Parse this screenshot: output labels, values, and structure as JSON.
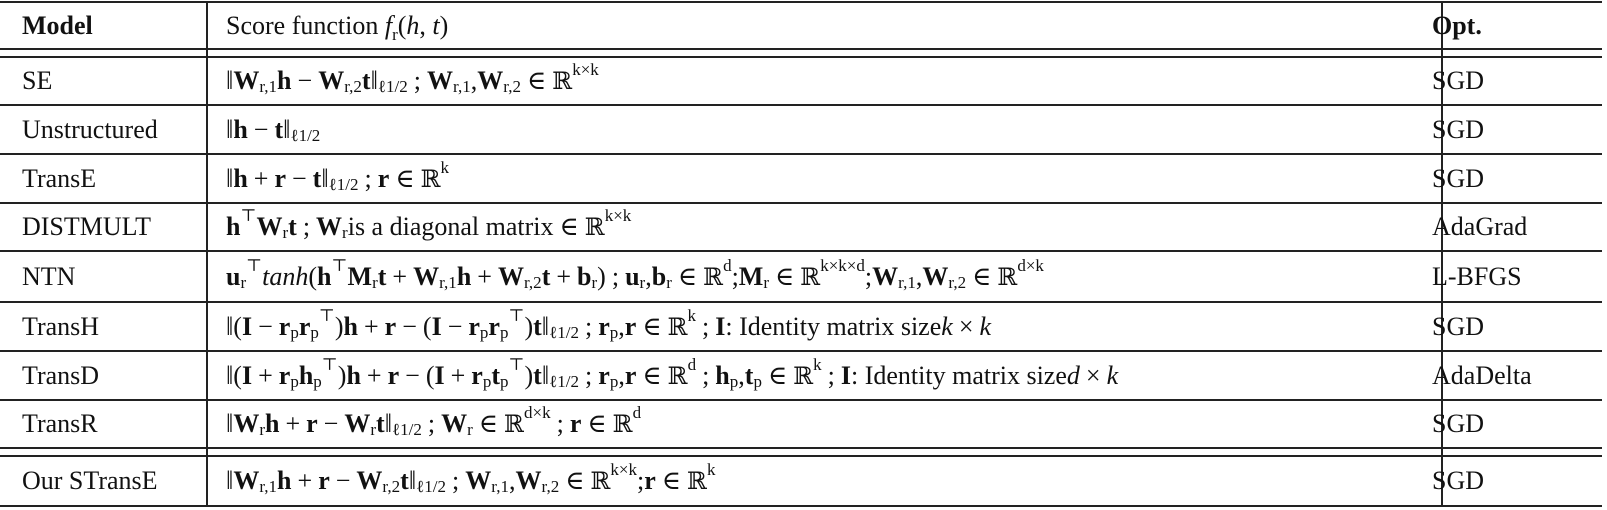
{
  "table": {
    "headers": {
      "model": "Model",
      "score": "Score function",
      "score_math": [
        {
          "i": "f"
        },
        {
          "sub": "r"
        },
        {
          "t": "("
        },
        {
          "i": "h"
        },
        {
          "t": ", "
        },
        {
          "i": "t"
        },
        {
          "t": ")"
        }
      ],
      "opt": "Opt."
    },
    "rows": [
      {
        "model": "SE",
        "opt": "SGD",
        "score_text": "‖W_{r,1}h − W_{r,2}t‖_{ℓ1/2} ; W_{r,1}, W_{r,2} ∈ ℝ^{k×k}",
        "score": [
          {
            "t": "‖"
          },
          {
            "b": "W"
          },
          {
            "sub": "r,1"
          },
          {
            "b": "h"
          },
          {
            "op": "−"
          },
          {
            "b": "W"
          },
          {
            "sub": "r,2"
          },
          {
            "b": "t"
          },
          {
            "t": "‖"
          },
          {
            "sub": "ℓ1/2"
          },
          {
            "sep": ";"
          },
          {
            "b": "W"
          },
          {
            "sub": "r,1"
          },
          {
            "t": ", "
          },
          {
            "b": "W"
          },
          {
            "sub": "r,2"
          },
          {
            "op": "∈"
          },
          {
            "bb": "ℝ"
          },
          {
            "sup": "k×k"
          }
        ]
      },
      {
        "model": "Unstructured",
        "opt": "SGD",
        "score_text": "‖h − t‖_{ℓ1/2}",
        "score": [
          {
            "t": "‖"
          },
          {
            "b": "h"
          },
          {
            "op": "−"
          },
          {
            "b": "t"
          },
          {
            "t": "‖"
          },
          {
            "sub": "ℓ1/2"
          }
        ]
      },
      {
        "model": "TransE",
        "opt": "SGD",
        "score_text": "‖h + r − t‖_{ℓ1/2} ; r ∈ ℝ^k",
        "score": [
          {
            "t": "‖"
          },
          {
            "b": "h"
          },
          {
            "op": "+"
          },
          {
            "b": "r"
          },
          {
            "op": "−"
          },
          {
            "b": "t"
          },
          {
            "t": "‖"
          },
          {
            "sub": "ℓ1/2"
          },
          {
            "sep": ";"
          },
          {
            "b": "r"
          },
          {
            "op": "∈"
          },
          {
            "bb": "ℝ"
          },
          {
            "sup": "k"
          }
        ]
      },
      {
        "model": "DISTMULT",
        "opt": "AdaGrad",
        "score_text": "h^⊤ W_r t ; W_r is a diagonal matrix ∈ ℝ^{k×k}",
        "score": [
          {
            "b": "h"
          },
          {
            "sup": "⊤"
          },
          {
            "b": "W"
          },
          {
            "sub": "r"
          },
          {
            "b": "t"
          },
          {
            "sep": ";"
          },
          {
            "b": "W"
          },
          {
            "sub": "r"
          },
          {
            "t": " is a diagonal matrix "
          },
          {
            "op": "∈"
          },
          {
            "bb": "ℝ"
          },
          {
            "sup": "k×k"
          }
        ]
      },
      {
        "model": "NTN",
        "opt": "L-BFGS",
        "score_text": "u_r^⊤ tanh(h^⊤ M_r t + W_{r,1}h + W_{r,2}t + b_r) ; u_r, b_r ∈ ℝ^d; M_r ∈ ℝ^{k×k×d}; W_{r,1}, W_{r,2} ∈ ℝ^{d×k}",
        "score": [
          {
            "b": "u"
          },
          {
            "sub": "r"
          },
          {
            "sup": "⊤"
          },
          {
            "t": " "
          },
          {
            "i": "tanh"
          },
          {
            "t": "("
          },
          {
            "b": "h"
          },
          {
            "sup": "⊤"
          },
          {
            "b": "M"
          },
          {
            "sub": "r"
          },
          {
            "b": "t"
          },
          {
            "op": "+"
          },
          {
            "b": "W"
          },
          {
            "sub": "r,1"
          },
          {
            "b": "h"
          },
          {
            "op": "+"
          },
          {
            "b": "W"
          },
          {
            "sub": "r,2"
          },
          {
            "b": "t"
          },
          {
            "op": "+"
          },
          {
            "b": "b"
          },
          {
            "sub": "r"
          },
          {
            "t": ")"
          },
          {
            "sep": ";"
          },
          {
            "b": "u"
          },
          {
            "sub": "r"
          },
          {
            "t": ", "
          },
          {
            "b": "b"
          },
          {
            "sub": "r"
          },
          {
            "op": "∈"
          },
          {
            "bb": "ℝ"
          },
          {
            "sup": "d"
          },
          {
            "t": "; "
          },
          {
            "b": "M"
          },
          {
            "sub": "r"
          },
          {
            "op": "∈"
          },
          {
            "bb": "ℝ"
          },
          {
            "sup": "k×k×d"
          },
          {
            "t": "; "
          },
          {
            "b": "W"
          },
          {
            "sub": "r,1"
          },
          {
            "t": ", "
          },
          {
            "b": "W"
          },
          {
            "sub": "r,2"
          },
          {
            "op": "∈"
          },
          {
            "bb": "ℝ"
          },
          {
            "sup": "d×k"
          }
        ]
      },
      {
        "model": "TransH",
        "opt": "SGD",
        "score_text": "‖(I − r_p r_p^⊤)h + r − (I − r_p r_p^⊤)t‖_{ℓ1/2} ; r_p, r ∈ ℝ^k ; I: Identity matrix size k × k",
        "score": [
          {
            "t": "‖("
          },
          {
            "b": "I"
          },
          {
            "op": "−"
          },
          {
            "b": "r"
          },
          {
            "sub": "p"
          },
          {
            "b": "r"
          },
          {
            "sub": "p"
          },
          {
            "sup": "⊤"
          },
          {
            "t": ")"
          },
          {
            "b": "h"
          },
          {
            "op": "+"
          },
          {
            "b": "r"
          },
          {
            "op": "−"
          },
          {
            "t": "("
          },
          {
            "b": "I"
          },
          {
            "op": "−"
          },
          {
            "b": "r"
          },
          {
            "sub": "p"
          },
          {
            "b": "r"
          },
          {
            "sub": "p"
          },
          {
            "sup": "⊤"
          },
          {
            "t": ")"
          },
          {
            "b": "t"
          },
          {
            "t": "‖"
          },
          {
            "sub": "ℓ1/2"
          },
          {
            "sep": ";"
          },
          {
            "b": "r"
          },
          {
            "sub": "p"
          },
          {
            "t": ", "
          },
          {
            "b": "r"
          },
          {
            "op": "∈"
          },
          {
            "bb": "ℝ"
          },
          {
            "sup": "k"
          },
          {
            "sep": ";"
          },
          {
            "b": "I"
          },
          {
            "t": ": Identity matrix size "
          },
          {
            "i": "k"
          },
          {
            "op": "×"
          },
          {
            "i": "k"
          }
        ]
      },
      {
        "model": "TransD",
        "opt": "AdaDelta",
        "score_text": "‖(I + r_p h_p^⊤)h + r − (I + r_p t_p^⊤)t‖_{ℓ1/2} ; r_p, r ∈ ℝ^d ; h_p, t_p ∈ ℝ^k ; I: Identity matrix size d × k",
        "score": [
          {
            "t": "‖("
          },
          {
            "b": "I"
          },
          {
            "op": "+"
          },
          {
            "b": "r"
          },
          {
            "sub": "p"
          },
          {
            "b": "h"
          },
          {
            "sub": "p"
          },
          {
            "sup": "⊤"
          },
          {
            "t": ")"
          },
          {
            "b": "h"
          },
          {
            "op": "+"
          },
          {
            "b": "r"
          },
          {
            "op": "−"
          },
          {
            "t": "("
          },
          {
            "b": "I"
          },
          {
            "op": "+"
          },
          {
            "b": "r"
          },
          {
            "sub": "p"
          },
          {
            "b": "t"
          },
          {
            "sub": "p"
          },
          {
            "sup": "⊤"
          },
          {
            "t": ")"
          },
          {
            "b": "t"
          },
          {
            "t": "‖"
          },
          {
            "sub": "ℓ1/2"
          },
          {
            "sep": ";"
          },
          {
            "b": "r"
          },
          {
            "sub": "p"
          },
          {
            "t": ", "
          },
          {
            "b": "r"
          },
          {
            "op": "∈"
          },
          {
            "bb": "ℝ"
          },
          {
            "sup": "d"
          },
          {
            "sep": ";"
          },
          {
            "b": "h"
          },
          {
            "sub": "p"
          },
          {
            "t": ", "
          },
          {
            "b": "t"
          },
          {
            "sub": "p"
          },
          {
            "op": "∈"
          },
          {
            "bb": "ℝ"
          },
          {
            "sup": "k"
          },
          {
            "sep": ";"
          },
          {
            "b": "I"
          },
          {
            "t": ": Identity matrix size "
          },
          {
            "i": "d"
          },
          {
            "op": "×"
          },
          {
            "i": "k"
          }
        ]
      },
      {
        "model": "TransR",
        "opt": "SGD",
        "score_text": "‖W_r h + r − W_r t‖_{ℓ1/2} ; W_r ∈ ℝ^{d×k} ; r ∈ ℝ^d",
        "score": [
          {
            "t": "‖"
          },
          {
            "b": "W"
          },
          {
            "sub": "r"
          },
          {
            "b": "h"
          },
          {
            "op": "+"
          },
          {
            "b": "r"
          },
          {
            "op": "−"
          },
          {
            "b": "W"
          },
          {
            "sub": "r"
          },
          {
            "b": "t"
          },
          {
            "t": "‖"
          },
          {
            "sub": "ℓ1/2"
          },
          {
            "sep": ";"
          },
          {
            "b": "W"
          },
          {
            "sub": "r"
          },
          {
            "op": "∈"
          },
          {
            "bb": "ℝ"
          },
          {
            "sup": "d×k"
          },
          {
            "sep": ";"
          },
          {
            "b": "r"
          },
          {
            "op": "∈"
          },
          {
            "bb": "ℝ"
          },
          {
            "sup": "d"
          }
        ]
      },
      {
        "model": "Our STransE",
        "opt": "SGD",
        "score_text": "‖W_{r,1}h + r − W_{r,2}t‖_{ℓ1/2} ; W_{r,1}, W_{r,2} ∈ ℝ^{k×k}; r ∈ ℝ^k",
        "score": [
          {
            "t": "‖"
          },
          {
            "b": "W"
          },
          {
            "sub": "r,1"
          },
          {
            "b": "h"
          },
          {
            "op": "+"
          },
          {
            "b": "r"
          },
          {
            "op": "−"
          },
          {
            "b": "W"
          },
          {
            "sub": "r,2"
          },
          {
            "b": "t"
          },
          {
            "t": "‖"
          },
          {
            "sub": "ℓ1/2"
          },
          {
            "sep": ";"
          },
          {
            "b": "W"
          },
          {
            "sub": "r,1"
          },
          {
            "t": ", "
          },
          {
            "b": "W"
          },
          {
            "sub": "r,2"
          },
          {
            "op": "∈"
          },
          {
            "bb": "ℝ"
          },
          {
            "sup": "k×k"
          },
          {
            "t": "; "
          },
          {
            "b": "r"
          },
          {
            "op": "∈"
          },
          {
            "bb": "ℝ"
          },
          {
            "sup": "k"
          }
        ]
      }
    ]
  }
}
